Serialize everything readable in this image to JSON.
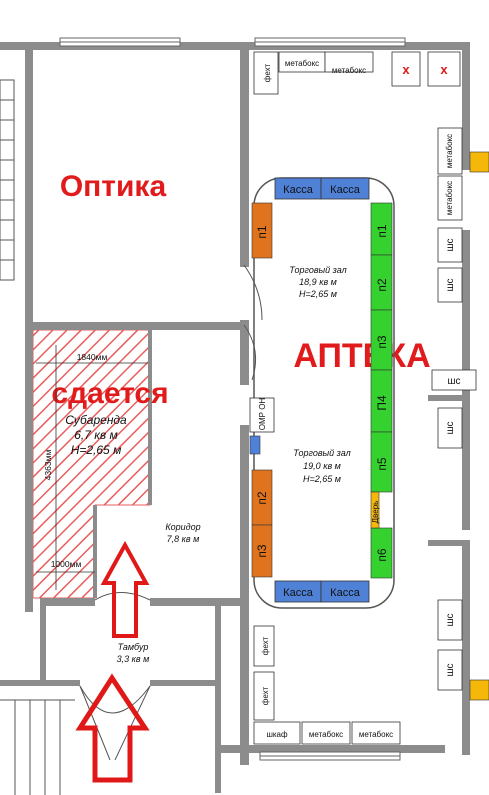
{
  "labels": {
    "optika": "Оптика",
    "apteka": "АПТЕКА",
    "sdaetsya": "сдается"
  },
  "rooms": {
    "subarenda": {
      "name": "Субаренда",
      "area": "6,7 кв м",
      "height": "H=2,65 м"
    },
    "hall_top": {
      "name": "Торговый зал",
      "area": "18,9 кв м",
      "height": "H=2,65 м"
    },
    "hall_bottom": {
      "name": "Торговый зал",
      "area": "19,0 кв м",
      "height": "H=2,65 м"
    },
    "corridor": {
      "name": "Коридор",
      "area": "7,8 кв м"
    },
    "tambur": {
      "name": "Тамбур",
      "area": "3,3 кв м"
    }
  },
  "dimensions": {
    "top": "1840мм",
    "side": "4363мм",
    "bottom": "1000мм"
  },
  "fixtures": {
    "kassa": "Касса",
    "p1": "п1",
    "p2": "п2",
    "p3": "п3",
    "p4": "П4",
    "p5": "п5",
    "p6": "п6",
    "fezh": "фехт",
    "metaboks": "метабокс",
    "x": "x",
    "shs": "шс",
    "shkaf": "шкаф",
    "omron": "ОМР ОН",
    "dver": "Дверь"
  },
  "colors": {
    "wall": "#8c8c8c",
    "kassa": "#4f81d6",
    "green_shelf": "#35d12f",
    "orange_shelf": "#e0731d",
    "yellow": "#f5b70a",
    "hatch": "#e85d5d",
    "arrow": "#e01818",
    "label_red": "#e11b1b"
  }
}
